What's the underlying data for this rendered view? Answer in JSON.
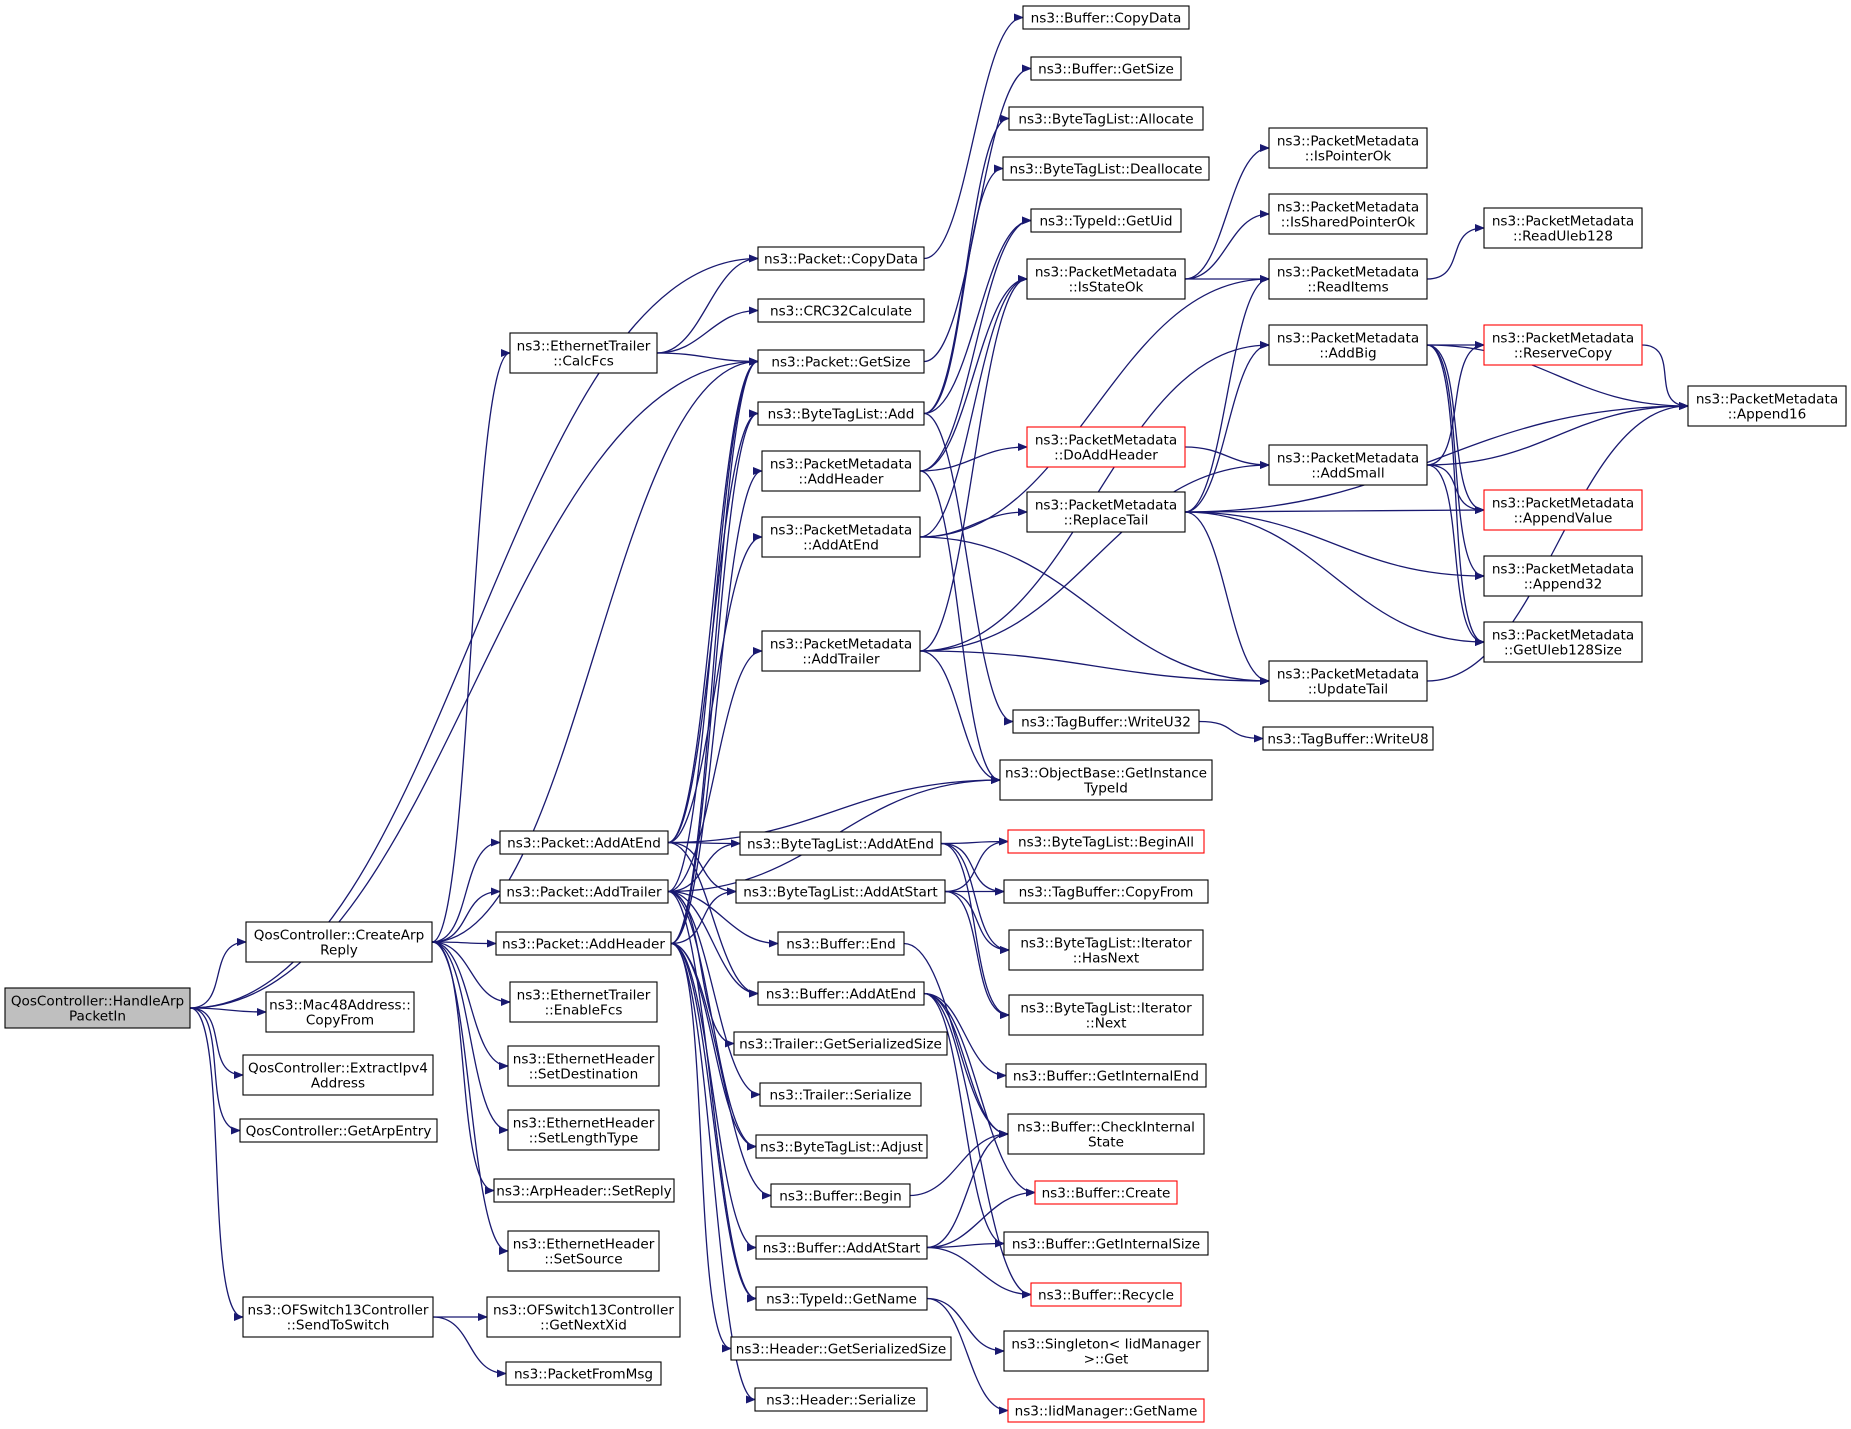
{
  "colors": {
    "edge": "#191970",
    "node_border": "#000000",
    "node_border_truncated": "#ff0000",
    "root_fill": "#bfbfbf"
  },
  "nodes": {
    "handle_arp_packet_in": {
      "lines": [
        "QosController::HandleArp",
        "PacketIn"
      ]
    },
    "create_arp_reply": {
      "lines": [
        "QosController::CreateArp",
        "Reply"
      ]
    },
    "mac48_copy_from": {
      "lines": [
        "ns3::Mac48Address::",
        "CopyFrom"
      ]
    },
    "extract_ipv4": {
      "lines": [
        "QosController::ExtractIpv4",
        "Address"
      ]
    },
    "get_arp_entry": {
      "lines": [
        "QosController::GetArpEntry"
      ]
    },
    "send_to_switch": {
      "lines": [
        "ns3::OFSwitch13Controller",
        "::SendToSwitch"
      ]
    },
    "get_next_xid": {
      "lines": [
        "ns3::OFSwitch13Controller",
        "::GetNextXid"
      ]
    },
    "packet_from_msg": {
      "lines": [
        "ns3::PacketFromMsg"
      ]
    },
    "ethernet_trailer_calcfcs": {
      "lines": [
        "ns3::EthernetTrailer",
        "::CalcFcs"
      ]
    },
    "packet_add_at_end": {
      "lines": [
        "ns3::Packet::AddAtEnd"
      ]
    },
    "packet_add_trailer": {
      "lines": [
        "ns3::Packet::AddTrailer"
      ]
    },
    "packet_add_header": {
      "lines": [
        "ns3::Packet::AddHeader"
      ]
    },
    "ethernet_trailer_enablefcs": {
      "lines": [
        "ns3::EthernetTrailer",
        "::EnableFcs"
      ]
    },
    "ethernet_header_setdest": {
      "lines": [
        "ns3::EthernetHeader",
        "::SetDestination"
      ]
    },
    "ethernet_header_setlen": {
      "lines": [
        "ns3::EthernetHeader",
        "::SetLengthType"
      ]
    },
    "arp_header_setreply": {
      "lines": [
        "ns3::ArpHeader::SetReply"
      ]
    },
    "ethernet_header_setsrc": {
      "lines": [
        "ns3::EthernetHeader",
        "::SetSource"
      ]
    },
    "packet_copy_data": {
      "lines": [
        "ns3::Packet::CopyData"
      ]
    },
    "crc32": {
      "lines": [
        "ns3::CRC32Calculate"
      ]
    },
    "packet_get_size": {
      "lines": [
        "ns3::Packet::GetSize"
      ]
    },
    "bytetaglist_add": {
      "lines": [
        "ns3::ByteTagList::Add"
      ]
    },
    "pm_add_header": {
      "lines": [
        "ns3::PacketMetadata",
        "::AddHeader"
      ]
    },
    "pm_add_at_end": {
      "lines": [
        "ns3::PacketMetadata",
        "::AddAtEnd"
      ]
    },
    "pm_add_trailer": {
      "lines": [
        "ns3::PacketMetadata",
        "::AddTrailer"
      ]
    },
    "btl_add_at_end": {
      "lines": [
        "ns3::ByteTagList::AddAtEnd"
      ]
    },
    "btl_add_at_start": {
      "lines": [
        "ns3::ByteTagList::AddAtStart"
      ]
    },
    "buffer_end": {
      "lines": [
        "ns3::Buffer::End"
      ]
    },
    "buffer_add_at_end": {
      "lines": [
        "ns3::Buffer::AddAtEnd"
      ]
    },
    "trailer_get_ser_size": {
      "lines": [
        "ns3::Trailer::GetSerializedSize"
      ]
    },
    "trailer_serialize": {
      "lines": [
        "ns3::Trailer::Serialize"
      ]
    },
    "btl_adjust": {
      "lines": [
        "ns3::ByteTagList::Adjust"
      ]
    },
    "buffer_begin": {
      "lines": [
        "ns3::Buffer::Begin"
      ]
    },
    "buffer_add_at_start": {
      "lines": [
        "ns3::Buffer::AddAtStart"
      ]
    },
    "typeid_get_name": {
      "lines": [
        "ns3::TypeId::GetName"
      ]
    },
    "header_get_ser_size": {
      "lines": [
        "ns3::Header::GetSerializedSize"
      ]
    },
    "header_serialize": {
      "lines": [
        "ns3::Header::Serialize"
      ]
    },
    "buffer_copy_data": {
      "lines": [
        "ns3::Buffer::CopyData"
      ]
    },
    "buffer_get_size": {
      "lines": [
        "ns3::Buffer::GetSize"
      ]
    },
    "btl_allocate": {
      "lines": [
        "ns3::ByteTagList::Allocate"
      ]
    },
    "btl_deallocate": {
      "lines": [
        "ns3::ByteTagList::Deallocate"
      ]
    },
    "typeid_get_uid": {
      "lines": [
        "ns3::TypeId::GetUid"
      ]
    },
    "pm_is_state_ok": {
      "lines": [
        "ns3::PacketMetadata",
        "::IsStateOk"
      ]
    },
    "pm_do_add_header": {
      "lines": [
        "ns3::PacketMetadata",
        "::DoAddHeader"
      ]
    },
    "pm_replace_tail": {
      "lines": [
        "ns3::PacketMetadata",
        "::ReplaceTail"
      ]
    },
    "tagbuffer_write_u32": {
      "lines": [
        "ns3::TagBuffer::WriteU32"
      ]
    },
    "objectbase_get_instance_typeid": {
      "lines": [
        "ns3::ObjectBase::GetInstance",
        "TypeId"
      ]
    },
    "btl_begin_all": {
      "lines": [
        "ns3::ByteTagList::BeginAll"
      ]
    },
    "tagbuffer_copy_from": {
      "lines": [
        "ns3::TagBuffer::CopyFrom"
      ]
    },
    "btl_iter_has_next": {
      "lines": [
        "ns3::ByteTagList::Iterator",
        "::HasNext"
      ]
    },
    "btl_iter_next": {
      "lines": [
        "ns3::ByteTagList::Iterator",
        "::Next"
      ]
    },
    "buffer_get_internal_end": {
      "lines": [
        "ns3::Buffer::GetInternalEnd"
      ]
    },
    "buffer_check_internal_state": {
      "lines": [
        "ns3::Buffer::CheckInternal",
        "State"
      ]
    },
    "buffer_create": {
      "lines": [
        "ns3::Buffer::Create"
      ]
    },
    "buffer_get_internal_size": {
      "lines": [
        "ns3::Buffer::GetInternalSize"
      ]
    },
    "buffer_recycle": {
      "lines": [
        "ns3::Buffer::Recycle"
      ]
    },
    "singleton_get": {
      "lines": [
        "ns3::Singleton< IidManager",
        ">::Get"
      ]
    },
    "iidmanager_get_name": {
      "lines": [
        "ns3::IidManager::GetName"
      ]
    },
    "pm_is_pointer_ok": {
      "lines": [
        "ns3::PacketMetadata",
        "::IsPointerOk"
      ]
    },
    "pm_is_shared_pointer_ok": {
      "lines": [
        "ns3::PacketMetadata",
        "::IsSharedPointerOk"
      ]
    },
    "pm_read_items": {
      "lines": [
        "ns3::PacketMetadata",
        "::ReadItems"
      ]
    },
    "pm_add_big": {
      "lines": [
        "ns3::PacketMetadata",
        "::AddBig"
      ]
    },
    "pm_add_small": {
      "lines": [
        "ns3::PacketMetadata",
        "::AddSmall"
      ]
    },
    "pm_update_tail": {
      "lines": [
        "ns3::PacketMetadata",
        "::UpdateTail"
      ]
    },
    "tagbuffer_write_u8": {
      "lines": [
        "ns3::TagBuffer::WriteU8"
      ]
    },
    "pm_read_uleb128": {
      "lines": [
        "ns3::PacketMetadata",
        "::ReadUleb128"
      ]
    },
    "pm_reserve_copy": {
      "lines": [
        "ns3::PacketMetadata",
        "::ReserveCopy"
      ]
    },
    "pm_append_value": {
      "lines": [
        "ns3::PacketMetadata",
        "::AppendValue"
      ]
    },
    "pm_append32": {
      "lines": [
        "ns3::PacketMetadata",
        "::Append32"
      ]
    },
    "pm_get_uleb128_size": {
      "lines": [
        "ns3::PacketMetadata",
        "::GetUleb128Size"
      ]
    },
    "pm_append16": {
      "lines": [
        "ns3::PacketMetadata",
        "::Append16"
      ]
    }
  }
}
